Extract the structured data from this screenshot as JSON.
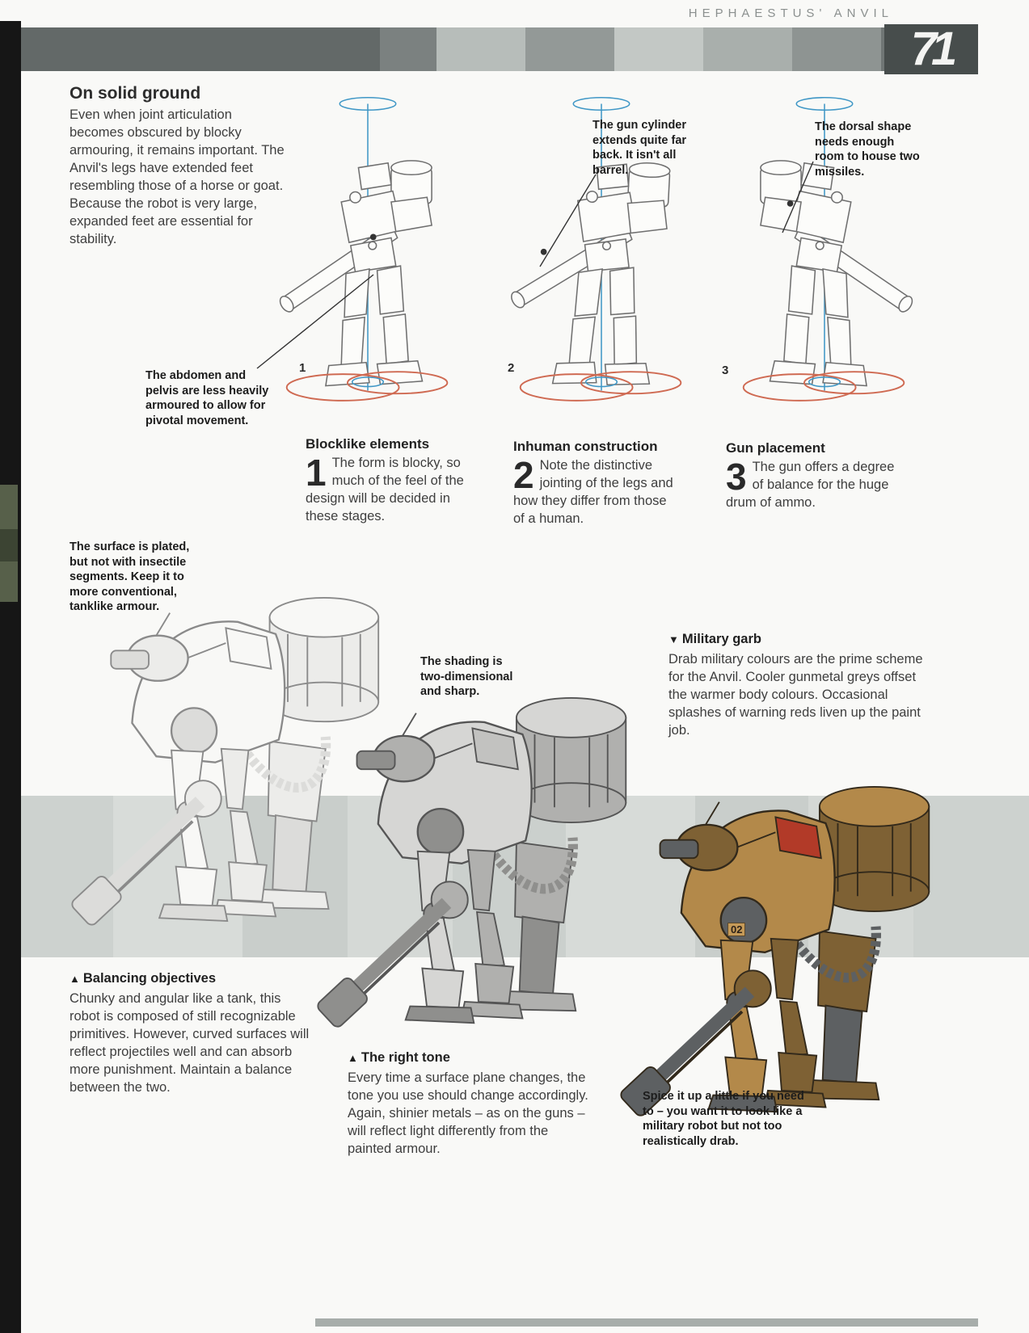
{
  "header": {
    "book_title": "HEPHAESTUS' ANVIL",
    "page_number": "71"
  },
  "intro": {
    "title": "On solid ground",
    "body": "Even when joint articulation becomes obscured by blocky armouring, it remains important. The Anvil's legs have extended feet resembling those of a horse or goat. Because the robot is very large, expanded feet are essential for stability."
  },
  "callouts": {
    "abdomen": "The abdomen and pelvis are less heavily armoured to allow for pivotal movement.",
    "gun_cylinder": "The gun cylinder extends quite far back. It isn't all barrel.",
    "dorsal": "The dorsal shape needs enough room to house two missiles.",
    "surface": "The surface is plated, but not with insectile segments. Keep it to more conventional, tanklike armour.",
    "shading": "The shading is two-dimensional and sharp.",
    "spice": "Spice it up a little if you need to – you want it to look like a military robot but not too realistically drab."
  },
  "steps": [
    {
      "numeral": "1",
      "figure_label": "1",
      "title": "Blocklike elements",
      "body": "The form is blocky, so much of the feel of the design will be decided in these stages."
    },
    {
      "numeral": "2",
      "figure_label": "2",
      "title": "Inhuman construction",
      "body": "Note the distinctive jointing of the legs and how they differ from those of a human."
    },
    {
      "numeral": "3",
      "figure_label": "3",
      "title": "Gun placement",
      "body": "The gun offers a degree of balance for the huge drum of ammo."
    }
  ],
  "sections": {
    "military_garb": {
      "marker": "▼",
      "title": "Military garb",
      "body": "Drab military colours are the prime scheme for the Anvil. Cooler gunmetal greys offset the warmer body colours. Occasional splashes of warning reds liven up the paint job."
    },
    "balancing": {
      "marker": "▲",
      "title": "Balancing objectives",
      "body": "Chunky and angular like a tank, this robot is composed of still recognizable primitives. However, curved surfaces will reflect projectiles well and can absorb more punishment. Maintain a balance between the two."
    },
    "right_tone": {
      "marker": "▲",
      "title": "The right tone",
      "body": "Every time a surface plane changes, the tone you use should change accordingly. Again, shinier metals – as on the guns – will reflect light differently from the painted armour."
    }
  },
  "figures": {
    "sketch_labels": [
      "1",
      "2",
      "3"
    ],
    "color_marking": "02"
  },
  "colors": {
    "guide_blue": "#3f97c6",
    "guide_red": "#cf6a52",
    "band_dark": "#5f6564",
    "robot_tan": "#b3894a",
    "robot_red": "#b23a28"
  }
}
